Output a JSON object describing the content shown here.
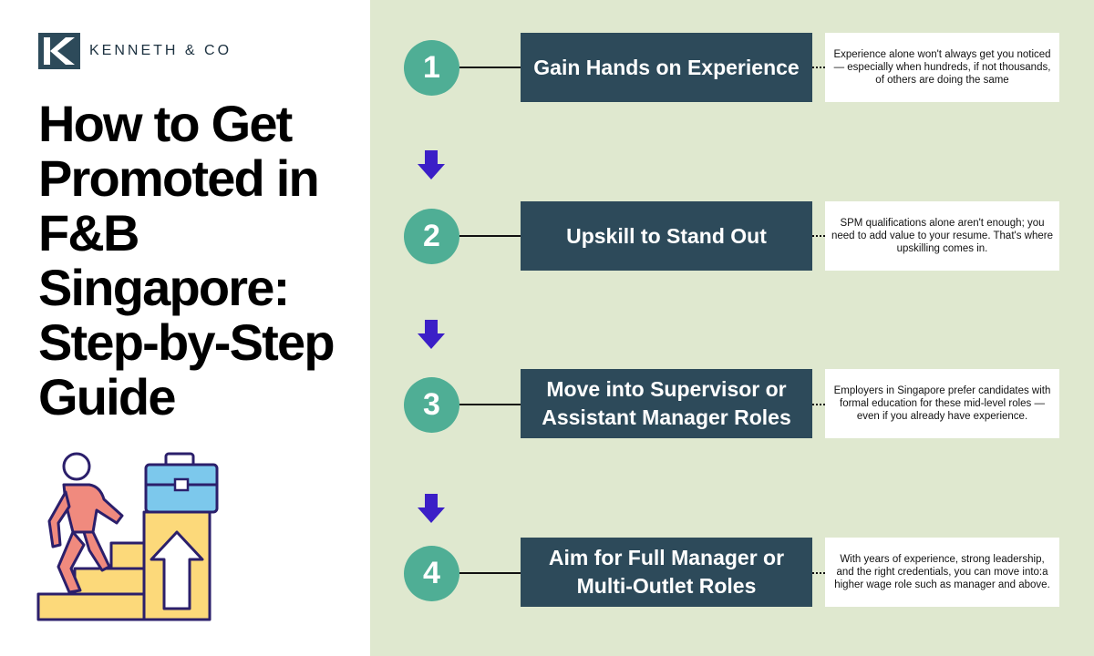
{
  "brand": {
    "name": "KENNETH & CO"
  },
  "title": "How to Get Promoted in F&B Singapore: Step-by-Step Guide",
  "colors": {
    "accent_teal": "#4fae95",
    "box_navy": "#2d4a5a",
    "panel_green": "#dfe8cf",
    "arrow_purple": "#3b1fc7"
  },
  "illustration": {
    "icon": "person-climbing-stairs-to-briefcase-icon"
  },
  "steps": [
    {
      "number": "1",
      "title": "Gain Hands on Experience",
      "desc": "Experience alone won't always get you noticed — especially when hundreds, if not thousands, of others are doing the same"
    },
    {
      "number": "2",
      "title": "Upskill to Stand Out",
      "desc": "SPM qualifications alone aren't enough; you need to add value to your resume. That's where upskilling comes in."
    },
    {
      "number": "3",
      "title": "Move into Supervisor or Assistant Manager Roles",
      "desc": "Employers in Singapore prefer candidates with formal education for these mid-level roles — even if you already have experience."
    },
    {
      "number": "4",
      "title": "Aim for Full Manager or Multi-Outlet Roles",
      "desc": "With years of experience, strong leadership, and the right credentials, you can move into:a higher wage role such as manager and above."
    }
  ]
}
